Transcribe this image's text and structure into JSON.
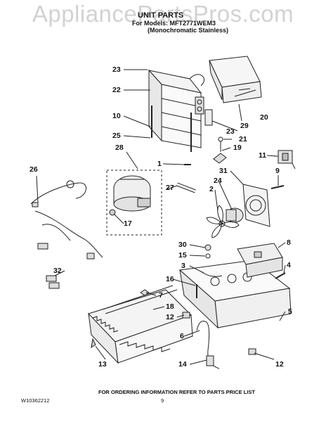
{
  "watermark": "AppliancePartsPros.com",
  "header": {
    "title": "UNIT PARTS",
    "models": "For Models: MFT2771WEM3",
    "variant": "(Monochromatic Stainless)"
  },
  "callouts": {
    "c23a": "23",
    "c22": "22",
    "c10": "10",
    "c25": "25",
    "c28": "28",
    "c20": "20",
    "c29": "29",
    "c23b": "23",
    "c21": "21",
    "c19": "19",
    "c11": "11",
    "c1": "1",
    "c9": "9",
    "c26": "26",
    "c31": "31",
    "c24": "24",
    "c27": "27",
    "c2": "2",
    "c17": "17",
    "c30": "30",
    "c15": "15",
    "c3": "3",
    "c8": "8",
    "c4": "4",
    "c32": "32",
    "c16": "16",
    "c7": "7",
    "c18": "18",
    "c12a": "12",
    "c5": "5",
    "c6": "6",
    "c13": "13",
    "c14": "14",
    "c12b": "12"
  },
  "footer": {
    "instruction": "FOR ORDERING INFORMATION REFER TO PARTS PRICE LIST",
    "doc_number": "W10362212",
    "page": "9"
  }
}
